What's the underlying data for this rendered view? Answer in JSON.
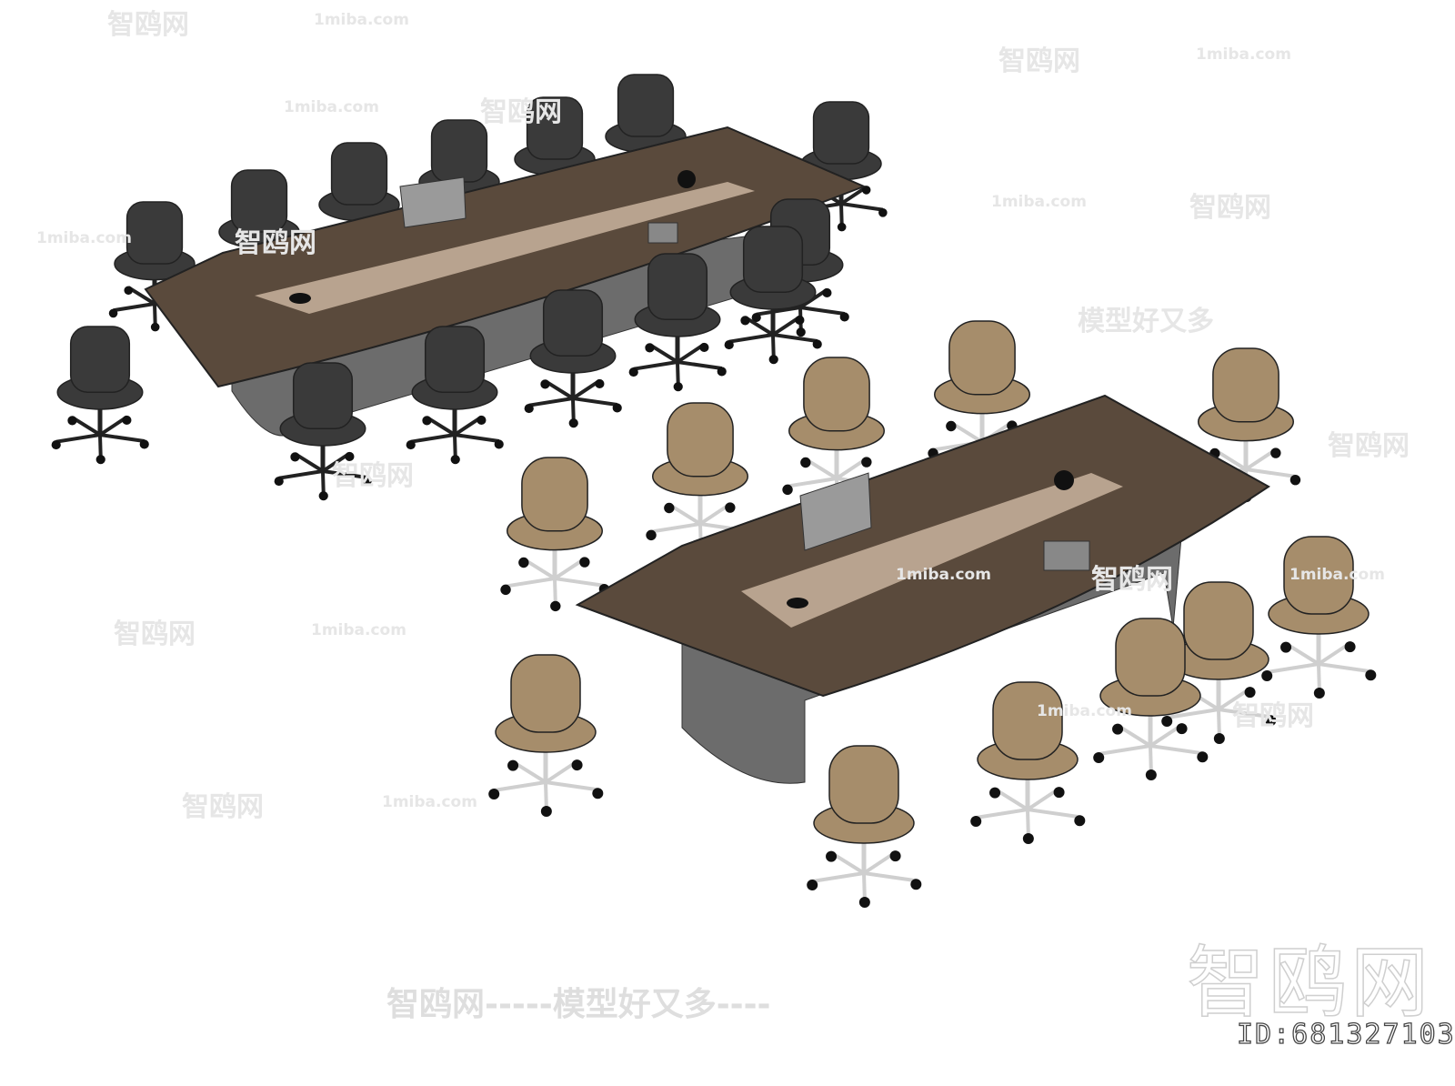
{
  "watermarks": {
    "brand": "智鸥网",
    "domain": "1miba.com",
    "slogan": "模型好又多",
    "bottom_line": "智鸥网-----模型好又多----",
    "big_brand": "智鸥网",
    "id_text": "ID:681327103"
  },
  "colors": {
    "table_wood": "#5a4a3c",
    "table_inlay": "#b8a38f",
    "table_base": "#6c6c6c",
    "mesh_chair": "#3a3a3a",
    "leather_chair": "#a68d6b"
  }
}
